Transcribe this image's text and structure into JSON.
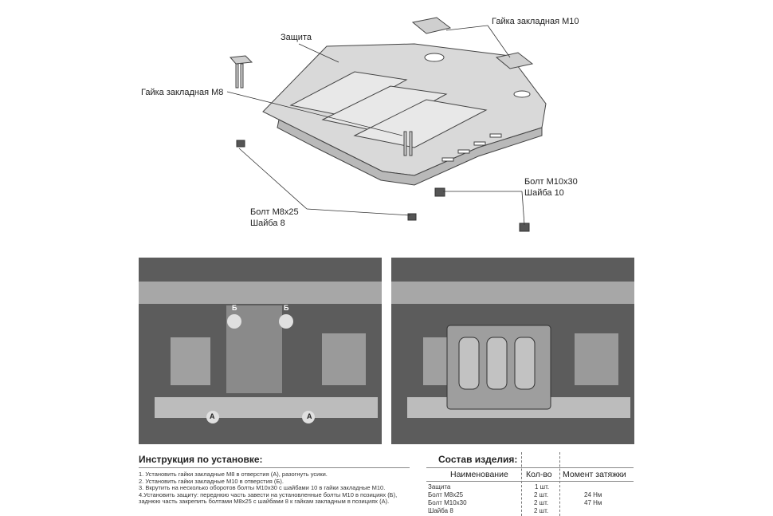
{
  "diagram": {
    "labels": {
      "guard": "Защита",
      "nut_m10": "Гайка закладная М10",
      "nut_m8": "Гайка закладная М8",
      "bolt_m10_line1": "Болт М10х30",
      "bolt_m10_line2": "Шайба 10",
      "bolt_m8_line1": "Болт М8х25",
      "bolt_m8_line2": "Шайба 8"
    }
  },
  "photos": {
    "left": {
      "mark_b1": "Б",
      "mark_b2": "Б",
      "mark_a1": "А",
      "mark_a2": "А"
    }
  },
  "instructions": {
    "title": "Инструкция по установке:",
    "steps": [
      "1. Установить гайки закладные М8 в отверстия (А), разогнуть усики.",
      "2. Установить гайки закладные М10 в отверстия (Б).",
      "3. Вкрутить на несколько оборотов болты М10х30 с шайбами 10 в гайки закладные М10.",
      "4.Установить защиту: переднюю часть завести на установленные болты М10 в позициях (Б), заднюю часть закрепить болтами М8х25 с шайбами 8 к гайкам закладным в позициях (А)."
    ]
  },
  "composition": {
    "title": "Состав изделия:",
    "headers": {
      "name": "Наименование",
      "qty": "Кол-во",
      "torque": "Момент затяжки"
    },
    "rows": [
      {
        "name": "Защита",
        "qty": "1 шт.",
        "torque": ""
      },
      {
        "name": "Болт М8х25",
        "qty": "2 шт.",
        "torque": "24 Нм"
      },
      {
        "name": "Болт М10х30",
        "qty": "2 шт.",
        "torque": "47 Нм"
      },
      {
        "name": "Шайба 8",
        "qty": "2 шт.",
        "torque": ""
      }
    ]
  }
}
